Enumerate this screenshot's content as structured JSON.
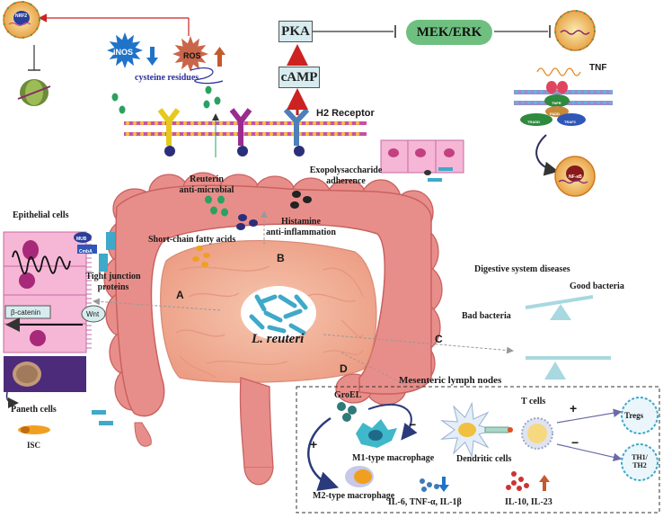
{
  "signaling": {
    "pka": "PKA",
    "mek_erk": "MEK/ERK",
    "camp": "cAMP",
    "h2_receptor": "H2 Receptor",
    "tnf": "TNF",
    "inos": "iNOS",
    "ros": "ROS",
    "cysteine": "cysteine residues",
    "nrf2": "NRF2",
    "nfkb": "NF-κB",
    "tnfr": "TNFR",
    "fadd": "FADD",
    "tradd": "TRADD",
    "traf2": "TRAF2"
  },
  "labels": {
    "reuterin": "Reuterin\nanti-microbial",
    "exopoly": "Exopolysaccharide\nadherence",
    "histamine": "Histamine\nanti-inflammation",
    "scfa": "Short-chain fatty acids",
    "epithelial": "Epithelial cells",
    "muc": "MUB",
    "cmba": "CmbA",
    "tight_junction": "Tight junction\nproteins",
    "beta_catenin": "β-catenin",
    "wnt": "Wnt",
    "paneth": "Paneth cells",
    "isc": "ISC",
    "l_reuteri": "L. reuteri",
    "a": "A",
    "b": "B",
    "c": "C",
    "d": "D",
    "digestive": "Digestive system diseases",
    "good_bacteria": "Good bacteria",
    "bad_bacteria": "Bad bacteria",
    "mesenteric": "Mesenteric lymph nodes",
    "groel": "GroEL",
    "t_cells": "T cells",
    "tregs": "Tregs",
    "th": "TH1/\nTH2",
    "m1": "M1-type macrophage",
    "m2": "M2-type macrophage",
    "dendritic": "Dendritic cells",
    "il_down": "IL-6, TNF-α, IL-1β",
    "il_up": "IL-10, IL-23",
    "plus1": "+",
    "minus1": "−",
    "plus2": "+",
    "minus2": "−",
    "plus3": "+",
    "minus3": "−"
  },
  "colors": {
    "membrane": "#c94fa3",
    "colon": "#e88e8a",
    "colon_dark": "#c9615f",
    "inner": "#f2b59c",
    "epithelium": "#f6b6d6",
    "cyan": "#3fa9c9",
    "green": "#2aa160",
    "red_arrow": "#cc2222"
  }
}
